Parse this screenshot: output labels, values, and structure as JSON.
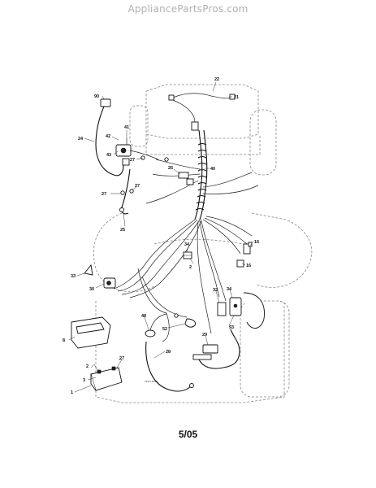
{
  "watermark": "AppliancePartsPros.com",
  "date_code": "5/05",
  "drawing_code": "12071 ROG",
  "callouts": {
    "c1": "1",
    "c2": "2",
    "c3": "3",
    "c8": "8",
    "c16a": "16",
    "c16b": "16",
    "c21": "21",
    "c22": "22",
    "c24": "24",
    "c25": "25",
    "c26": "26",
    "c27a": "27",
    "c27b": "27",
    "c27c": "27",
    "c27d": "27",
    "c28": "28",
    "c29": "29",
    "c30": "30",
    "c32": "32",
    "c33": "33",
    "c34a": "34",
    "c34b": "34",
    "c40": "40",
    "c41": "41",
    "c42": "42",
    "c43": "43",
    "c48": "48",
    "c52": "52",
    "c90": "90",
    "c93": "93",
    "c2b": "2"
  }
}
